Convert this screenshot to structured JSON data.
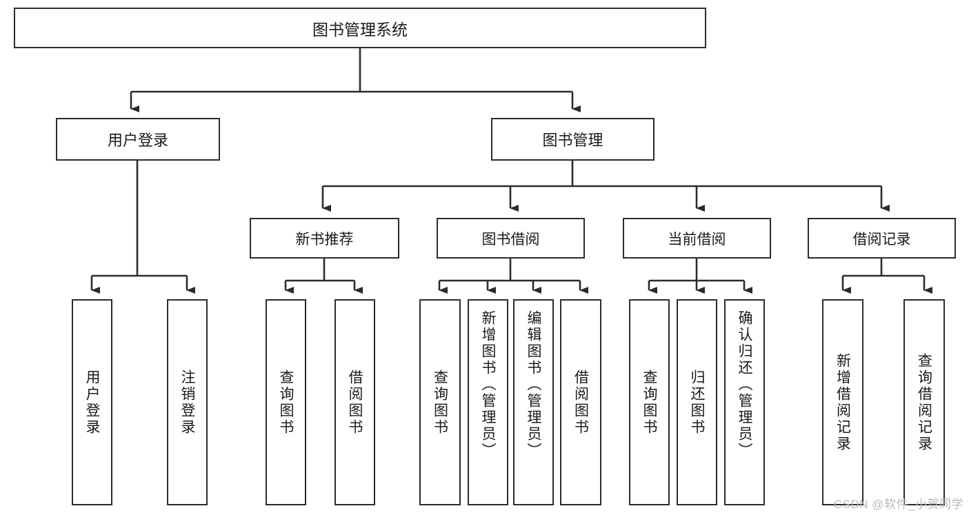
{
  "diagram": {
    "title": "图书管理系统",
    "watermark": "CSDN @软件_小贺同学",
    "root": {
      "label": "图书管理系统"
    },
    "level2": [
      {
        "label": "用户登录"
      },
      {
        "label": "图书管理"
      }
    ],
    "level3": [
      {
        "label": "新书推荐"
      },
      {
        "label": "图书借阅"
      },
      {
        "label": "当前借阅"
      },
      {
        "label": "借阅记录"
      }
    ],
    "leaves": {
      "user_login": [
        {
          "label": "用户登录"
        },
        {
          "label": "注销登录"
        }
      ],
      "new_book": [
        {
          "label": "查询图书"
        },
        {
          "label": "借阅图书"
        }
      ],
      "borrow_book": [
        {
          "label": "查询图书"
        },
        {
          "label": "新增图书（管理员）"
        },
        {
          "label": "编辑图书（管理员）"
        },
        {
          "label": "借阅图书"
        }
      ],
      "current_borrow": [
        {
          "label": "查询图书"
        },
        {
          "label": "归还图书"
        },
        {
          "label": "确认归还（管理员）"
        }
      ],
      "borrow_record": [
        {
          "label": "新增借阅记录"
        },
        {
          "label": "查询借阅记录"
        }
      ]
    },
    "colors": {
      "stroke": "#2b2b2b",
      "fill": "#ffffff",
      "text": "#1a1a1a",
      "watermark": "#b9b9b9"
    }
  }
}
